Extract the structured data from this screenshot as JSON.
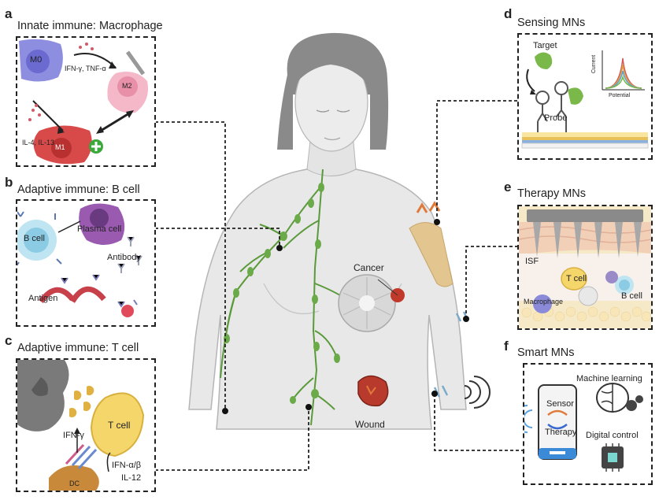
{
  "panels": {
    "a": {
      "letter": "a",
      "title": "Innate immune: Macrophage",
      "labels": {
        "m0": "M0",
        "cytokines_top": "IFN-γ, TNF-α",
        "m2": "M2",
        "m1": "M1",
        "cytokines_bottom": "IL-4, IL-13"
      }
    },
    "b": {
      "letter": "b",
      "title": "Adaptive immune: B cell",
      "labels": {
        "bcell": "B cell",
        "plasma": "Plasma cell",
        "antibody": "Antibody",
        "antigen": "Antigen"
      }
    },
    "c": {
      "letter": "c",
      "title": "Adaptive immune: T cell",
      "labels": {
        "tcell": "T cell",
        "ifng": "IFN-γ",
        "ifnab": "IFN-α/β",
        "il12": "IL-12",
        "dc": "DC"
      }
    },
    "d": {
      "letter": "d",
      "title": "Sensing MNs",
      "labels": {
        "target": "Target",
        "probe": "Probe",
        "current": "Current",
        "potential": "Potential"
      }
    },
    "e": {
      "letter": "e",
      "title": "Therapy MNs",
      "labels": {
        "isf": "ISF",
        "tcell": "T cell",
        "macrophage": "Macrophage",
        "bcell": "B cell"
      }
    },
    "f": {
      "letter": "f",
      "title": "Smart MNs",
      "labels": {
        "sensor": "Sensor",
        "therapy": "Therapy",
        "ml": "Machine learning",
        "digital": "Digital control"
      }
    }
  },
  "body": {
    "cancer": "Cancer",
    "wound": "Wound"
  },
  "colors": {
    "lymph": "#5a9a3a",
    "skin": "#e6e6e6",
    "accent_red": "#c0392b",
    "orange": "#e07a3a"
  }
}
